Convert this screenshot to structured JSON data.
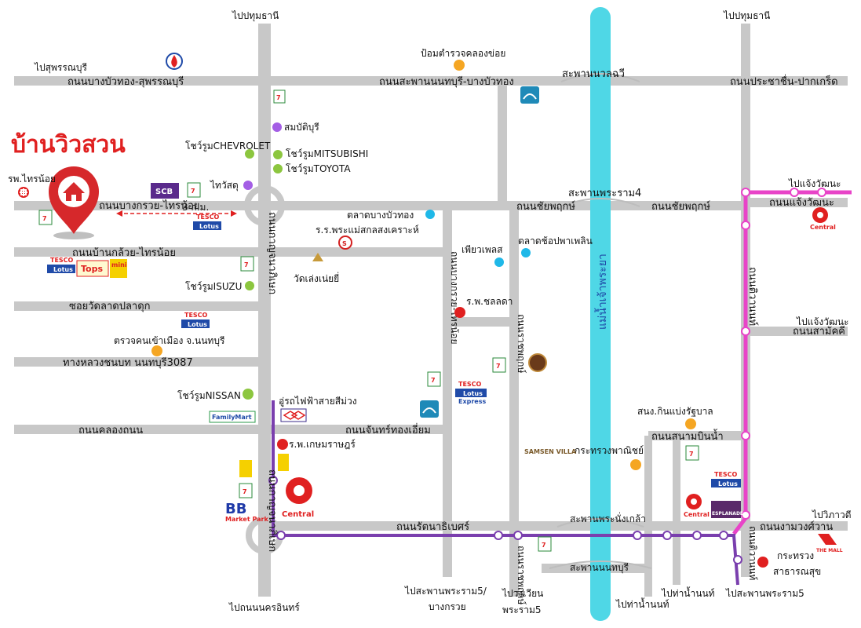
{
  "title": "บ้านวิวสวน",
  "distance_label": "3 ก.ม.",
  "colors": {
    "road": "#c8c8c8",
    "river": "#4fd7e6",
    "pink_line": "#e844c8",
    "purple_line": "#7a3fae",
    "title": "#e02020",
    "pin": "#d6282b"
  },
  "roads": {
    "r1": "ถนนบางบัวทอง-สุพรรณบุรี",
    "r2": "ถนนสะพานนนทบุรี-บางบัวทอง",
    "r3": "ถนนประชาชื่น-ปากเกร็ด",
    "r4": "ถนนชัยพฤกษ์",
    "r4b": "ถนนชัยพฤกษ์",
    "r5": "ถนนแจ้งวัฒนะ",
    "r6": "ถนนบางกรวย-ไทรน้อย",
    "r7": "ถนนบ้านกล้วย-ไทรน้อย",
    "r8": "ซอยวัดลาดปลาดุก",
    "r9": "ทางหลวงชนบท นนทบุรี3087",
    "r10": "ถนนคลองถนน",
    "r11": "ถนนจันทร์ทองเอี่ยม",
    "r12": "ถนนรัตนาธิเบศร์",
    "r13": "ถนนสามัคคี",
    "r14": "ถนนสนามบินน้ำ",
    "r15": "ถนนงามวงศ์วาน",
    "v1": "ถนนกาญจนาภิเษก",
    "v2": "ถนนกาญจนาภิเษก",
    "v3": "ถนนบางกรวย-ไทรน้อย",
    "v4": "ถนนราชพฤกษ์",
    "v5": "ถนนราชพฤกษ์",
    "v6": "ถนนติวานนท์",
    "v7": "ถนนติวานนท์"
  },
  "river_label": "แม่น้ำเจ้าพระยา",
  "bridges": {
    "b1": "สะพานนวลฉวี",
    "b2": "สะพานพระราม4",
    "b3": "สะพานพระนั่งเกล้า",
    "b4": "สะพานนนทบุรี"
  },
  "destinations": {
    "d1": "ไปปทุมธานี",
    "d2": "ไปปทุมธานี",
    "d3": "ไปสุพรรณบุรี",
    "d4": "ไปแจ้งวัฒนะ",
    "d5": "ไปแจ้งวัฒนะ",
    "d6": "ไปวิภาวดี",
    "d7": "ไปถนนนครอินทร์",
    "d8": "ไปสะพานพระราม5/",
    "d8b": "บางกรวย",
    "d9": "ไปวงเวียน",
    "d9b": "พระราม5",
    "d10": "ไปท่าน้ำนนท์",
    "d11": "ไปท่าน้ำนนท์",
    "d12": "ไปสะพานพระราม5"
  },
  "places": {
    "p1": "ป้อมตำรวจคลองข่อย",
    "p2": "สมบัติบุรี",
    "p3": "โชว์รูมCHEVROLET",
    "p4": "โชว์รูมMITSUBISHI",
    "p5": "โชว์รูมTOYOTA",
    "p6": "ไทวัสดุ",
    "p7": "รพ.ไทรน้อย",
    "p8": "ตลาดบางบัวทอง",
    "p9": "ร.ร.พระแม่สกลสงเคราะห์",
    "p10": "เพียวเพลส",
    "p11": "ตลาดช้อปพาเพลิน",
    "p12": "วัดเล่งเน่ยยี่",
    "p13": "โชว์รูมISUZU",
    "p14": "ร.พ.ชลลดา",
    "p15": "ตรวจคนเข้าเมือง จ.นนทบุรี",
    "p16": "โชว์รูมNISSAN",
    "p17": "อู่รถไฟฟ้าสายสีม่วง",
    "p18": "ร.พ.เกษมราษฎร์",
    "p19": "สนง.กินแบ่งรัฐบาล",
    "p20": "กระทรวงพาณิชย์",
    "p21": "กระทรวง",
    "p22": "สาธารณสุข"
  },
  "brands": {
    "tesco": "TESCO",
    "lotus": "Lotus",
    "express": "Express",
    "tops": "Tops",
    "mini": "mini",
    "scb": "SCB",
    "familymart": "FamilyMart",
    "central": "Central",
    "bb": "BB",
    "bb_sub": "Market Park",
    "samsen": "SAMSEN VILLA",
    "esplanade": "ESPLANADE",
    "mall": "THE MALL",
    "seven": "7"
  }
}
